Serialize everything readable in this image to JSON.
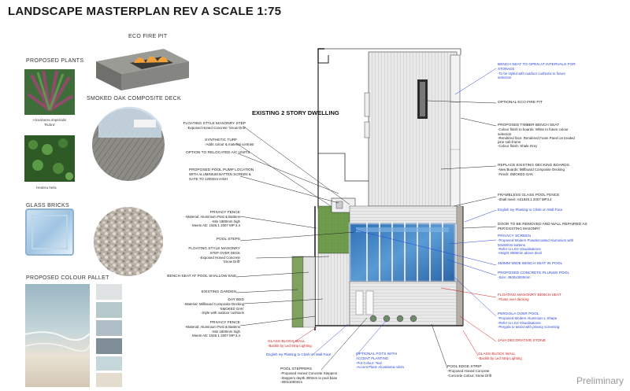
{
  "title": "LANDSCAPE MASTERPLAN REV A SCALE 1:75",
  "left_panel": {
    "plants_heading": "PROPOSED PLANTS",
    "plant1_caption": "Alcantarea imperialis",
    "plant1_sub": "'Rubra'",
    "plant2_caption": "Hedera helix",
    "glass_heading": "GLASS BRICKS",
    "colour_heading": "PROPOSED COLOUR PALLET",
    "fire_pit_heading": "ECO FIRE PIT",
    "deck_heading": "SMOKED OAK COMPOSITE DECK"
  },
  "plan": {
    "dwelling_label": "EXISTING 2 STORY DWELLING"
  },
  "annotations_left": [
    {
      "h": "FLOATING STYLE MASONRY STEP",
      "lines": [
        "-Exposed Honed Concrete 'Snow Drift'"
      ]
    },
    {
      "h": "SYNTHETIC TURF",
      "lines": [
        "-Adds colour & material contrast"
      ]
    },
    {
      "h": "OPTION TO RELOCATED A/C UNITS",
      "lines": []
    },
    {
      "h": "PROPOSED POOL PUMP LOCATION",
      "lines": [
        "WITH ALUMINIUM BATTEN SCREEN &",
        "GATE TO 1200mm HIGH"
      ]
    },
    {
      "h": "PRIVACY FENCE",
      "lines": [
        "-Material: Aluminium Post & Battens",
        "-Min 1800mm high",
        "Meets AD: 1926.1 2007 MP 3.4"
      ]
    },
    {
      "h": "POOL STEPS",
      "lines": []
    },
    {
      "h": "FLOATING STYLE MASONRY",
      "lines": [
        "STEP OVER DECK",
        "-Exposed Honed Concrete",
        "'Snow Drift'"
      ]
    },
    {
      "h": "BENCH SEAT AT POOL SHALLOW END",
      "lines": []
    },
    {
      "h": "EXISTING GARDEN",
      "lines": []
    },
    {
      "h": "DAY BED",
      "lines": [
        "-Material: Millboard Composite Decking",
        "'SMOKED OAK'",
        "-Style with outdoor cushions"
      ]
    },
    {
      "h": "PRIVACY FENCE",
      "lines": [
        "-Material: Aluminium Post & Battens",
        "-Min 1800mm high",
        "Meets AD: 1926.1 2007 MP 3.4"
      ]
    }
  ],
  "annotations_bottom": [
    {
      "h": "GLASS BLOCK WALL",
      "lines": [
        "-Backlit by Led Strip Lighting"
      ],
      "color": "red"
    },
    {
      "h": "English Ivy Planting to Climb on Wall Face",
      "lines": [],
      "color": "blue"
    },
    {
      "h": "OPTIONAL POTS WITH",
      "lines": [
        "ACCENT PLANTING",
        "-Pot Colour: Teal",
        "-Accent Plant: Alcantarea rubra"
      ],
      "color": "blue"
    },
    {
      "h": "POOL STEPPERS",
      "lines": [
        "-Proposed Honed Concrete Steppers",
        "-Steppers depth 300mm to pool base",
        "-300x1000mm"
      ],
      "color": "black"
    },
    {
      "h": "POOL EDGE STRIP",
      "lines": [
        "-Proposed Honed Concrete",
        "-Concrete Colour: Snow Drift"
      ],
      "color": "black"
    },
    {
      "h": "GLASS BLOCK WALL",
      "lines": [
        "-Backlit by Led Strip Lighting"
      ],
      "color": "red"
    }
  ],
  "annotations_right": [
    {
      "h": "BENCH SEAT TO OPEN AT INTERVALS FOR",
      "lines": [
        "STORAGE",
        "-To be styled with outdoor cushions to future",
        "selection"
      ],
      "color": "blue"
    },
    {
      "h": "OPTIONAL ECO FIRE PIT",
      "lines": [],
      "color": "black"
    },
    {
      "h": "PROPOSED TIMBER BENCH SEAT",
      "lines": [
        "-Colour finish to boards: White to future colour",
        "selection",
        "-Rendered face: Rendered Foam Panel on treated",
        "pine sub-frame",
        "-Colour finish: Shale Grey"
      ],
      "color": "black"
    },
    {
      "h": "REPLACE EXISTING DECKING BOARDS",
      "lines": [
        "-New Boards: Millboard Composite Decking",
        "-Finish: SMOKED OAK"
      ],
      "color": "black"
    },
    {
      "h": "FRAMELESS GLASS POOL FENCE",
      "lines": [
        "-Shall meet: AS1926.1 2007 MP3.4"
      ],
      "color": "black"
    },
    {
      "h": "English Ivy Planting to Climb on Wall Face",
      "lines": [],
      "color": "blue"
    },
    {
      "h": "DOOR TO BE REMOVED AND WALL REPAIRED AS",
      "lines": [
        "PER EXISTING MASONRY"
      ],
      "color": "black"
    },
    {
      "h": "PRIVACY SCREEN",
      "lines": [
        "-Proposed Modern Powdercoated Aluminium with",
        "50x50mm battens",
        "-Refer to LG3 Visualisations",
        "-Height 3080mm above deck"
      ],
      "color": "blue"
    },
    {
      "h": "450mm WIDE BENCH SEAT IN POOL",
      "lines": [],
      "color": "blue"
    },
    {
      "h": "PROPOSED CONCRETE PLUNGE POOL",
      "lines": [
        "-Size: 4500x3000mm"
      ],
      "color": "blue"
    },
    {
      "h": "FLOATING MASONRY BENCH SEAT",
      "lines": [
        "-Floats over decking"
      ],
      "color": "red"
    },
    {
      "h": "PERGOLA OVER POOL",
      "lines": [
        "-Proposed Modern Aluminium L Shape",
        "-Refer to LG3 Visualisations",
        "-Pergola to assist with privacy screening"
      ],
      "color": "blue"
    },
    {
      "h": "JAVA DECORATIVE STONE",
      "lines": [],
      "color": "red"
    }
  ],
  "watermark": "Preliminary"
}
